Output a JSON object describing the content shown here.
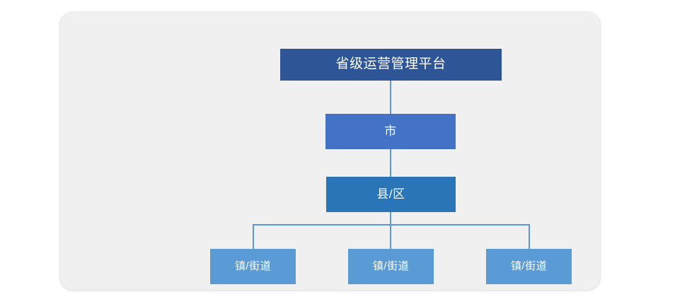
{
  "diagram": {
    "type": "organization-hierarchy",
    "title": "",
    "panel": {
      "background_color": "#f0f0f0",
      "corner_radius": 18
    },
    "connector_color": "#5b9bd5",
    "levels": [
      {
        "level": 1,
        "label": "省级运营管理平台",
        "color": "#2e5596",
        "text_color": "#ffffff",
        "count": 1
      },
      {
        "level": 2,
        "label": "市",
        "color": "#4472c4",
        "text_color": "#ffffff",
        "count": 1
      },
      {
        "level": 3,
        "label": "县/区",
        "color": "#2a75b8",
        "text_color": "#ffffff",
        "count": 1
      },
      {
        "level": 4,
        "label": "镇/街道",
        "color": "#5b9bd5",
        "text_color": "#ffffff",
        "count": 3
      }
    ],
    "nodes": {
      "province": "省级运营管理平台",
      "city": "市",
      "county": "县/区",
      "town_1": "镇/街道",
      "town_2": "镇/街道",
      "town_3": "镇/街道"
    }
  }
}
